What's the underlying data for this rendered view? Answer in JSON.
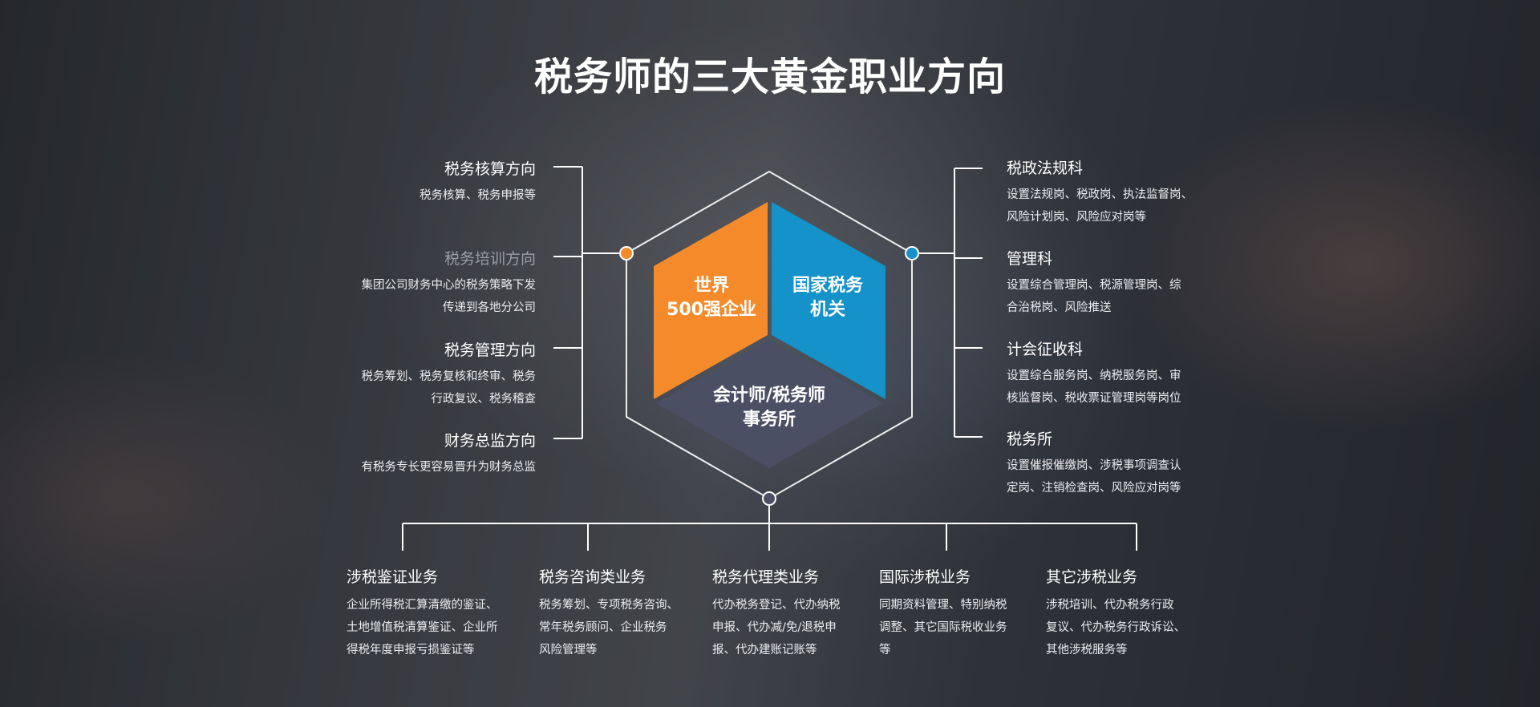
{
  "title": "税务师的三大黄金职业方向",
  "colors": {
    "orange": "#f58a2b",
    "blue": "#1592c9",
    "slate": "#4a4f63",
    "line": "#ffffff"
  },
  "center": {
    "world500": "世界\n500强企业",
    "tax_authority": "国家税务\n机关",
    "firm": "会计师/税务师\n事务所"
  },
  "left_branches": [
    {
      "title": "税务核算方向",
      "desc": "税务核算、税务申报等"
    },
    {
      "title": "税务培训方向",
      "desc": "集团公司财务中心的税务策略下发\n传递到各地分公司"
    },
    {
      "title": "税务管理方向",
      "desc": "税务筹划、税务复核和终审、税务\n行政复议、税务稽查"
    },
    {
      "title": "财务总监方向",
      "desc": "有税务专长更容易晋升为财务总监"
    }
  ],
  "right_branches": [
    {
      "title": "税政法规科",
      "desc": "设置法规岗、税政岗、执法监督岗、\n风险计划岗、风险应对岗等"
    },
    {
      "title": "管理科",
      "desc": "设置综合管理岗、税源管理岗、综\n合治税岗、风险推送"
    },
    {
      "title": "计会征收科",
      "desc": "设置综合服务岗、纳税服务岗、审\n核监督岗、税收票证管理岗等岗位"
    },
    {
      "title": "税务所",
      "desc": "设置催报催缴岗、涉税事项调查认\n定岗、注销检查岗、风险应对岗等"
    }
  ],
  "bottom_branches": [
    {
      "title": "涉税鉴证业务",
      "desc": "企业所得税汇算清缴的鉴证、\n土地增值税清算鉴证、企业所\n得税年度申报亏损鉴证等"
    },
    {
      "title": "税务咨询类业务",
      "desc": "税务筹划、专项税务咨询、\n常年税务顾问、企业税务\n风险管理等"
    },
    {
      "title": "税务代理类业务",
      "desc": "代办税务登记、代办纳税\n申报、代办减/免/退税申\n报、代办建账记账等"
    },
    {
      "title": "国际涉税业务",
      "desc": "同期资料管理、特别纳税\n调整、其它国际税收业务\n等"
    },
    {
      "title": "其它涉税业务",
      "desc": "涉税培训、代办税务行政\n复议、代办税务行政诉讼、\n其他涉税服务等"
    }
  ]
}
